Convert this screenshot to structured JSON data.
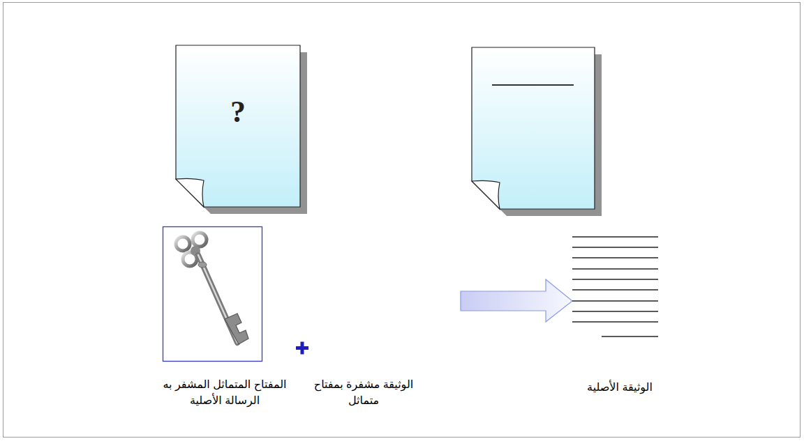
{
  "diagram": {
    "nodes": [
      {
        "text": [
          "?"
        ]
      }
    ],
    "labels": [
      "المفتاح المتماثل المشفر به الرسالة الأصلية",
      "الوثيقة مشفرة بمفتاح متماثل",
      "الوثيقة الأصلية"
    ]
  }
}
